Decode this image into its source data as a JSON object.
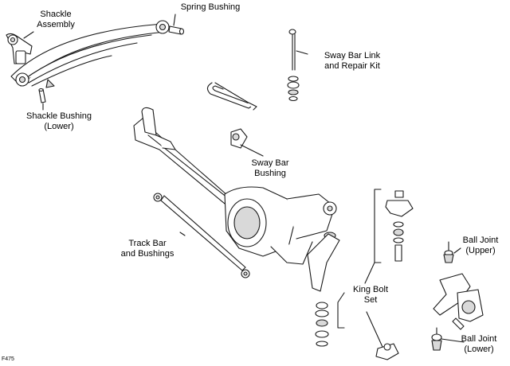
{
  "figure_code": "F475",
  "labels": {
    "shackle_assembly": [
      "Shackle",
      "Assembly"
    ],
    "spring_bushing": [
      "Spring Bushing"
    ],
    "shackle_bushing_lower": [
      "Shackle Bushing",
      "(Lower)"
    ],
    "sway_bar_link": [
      "Sway Bar Link",
      "and Repair Kit"
    ],
    "sway_bar_bushing": [
      "Sway Bar",
      "Bushing"
    ],
    "track_bar": [
      "Track Bar",
      "and Bushings"
    ],
    "king_bolt_set": [
      "King Bolt",
      "Set"
    ],
    "ball_joint_upper": [
      "Ball Joint",
      "(Upper)"
    ],
    "ball_joint_lower": [
      "Ball Joint",
      "(Lower)"
    ]
  },
  "line_color": "#1a1a1a",
  "fill_color": "#ffffff",
  "shade_color": "#d9d9d9"
}
